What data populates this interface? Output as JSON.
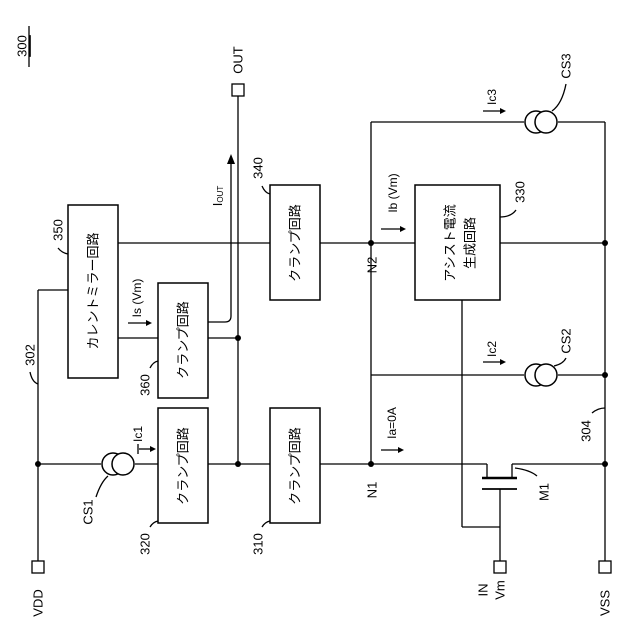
{
  "figure": {
    "number": "300",
    "vdd": "VDD",
    "vss": "VSS",
    "in_label": "IN",
    "vm_label": "Vm",
    "out_label": "OUT",
    "iout_main": "I",
    "iout_sub": "OUT"
  },
  "refs": {
    "r302": "302",
    "r304": "304",
    "r310": "310",
    "r320": "320",
    "r330": "330",
    "r340": "340",
    "r350": "350",
    "r360": "360"
  },
  "blocks": {
    "clamp": "クランプ回路",
    "mirror": "カレントミラー回路",
    "assist_line1": "アシスト電流",
    "assist_line2": "生成回路"
  },
  "sources": {
    "cs1": "CS1",
    "cs2": "CS2",
    "cs3": "CS3"
  },
  "currents": {
    "ic1": "Ic1",
    "ic2": "Ic2",
    "ic3": "Ic3",
    "is": "Is (Vm)",
    "ib": "Ib (Vm)",
    "ia": "Ia=0A"
  },
  "nodes": {
    "n1": "N1",
    "n2": "N2"
  },
  "transistor": {
    "m1": "M1"
  }
}
